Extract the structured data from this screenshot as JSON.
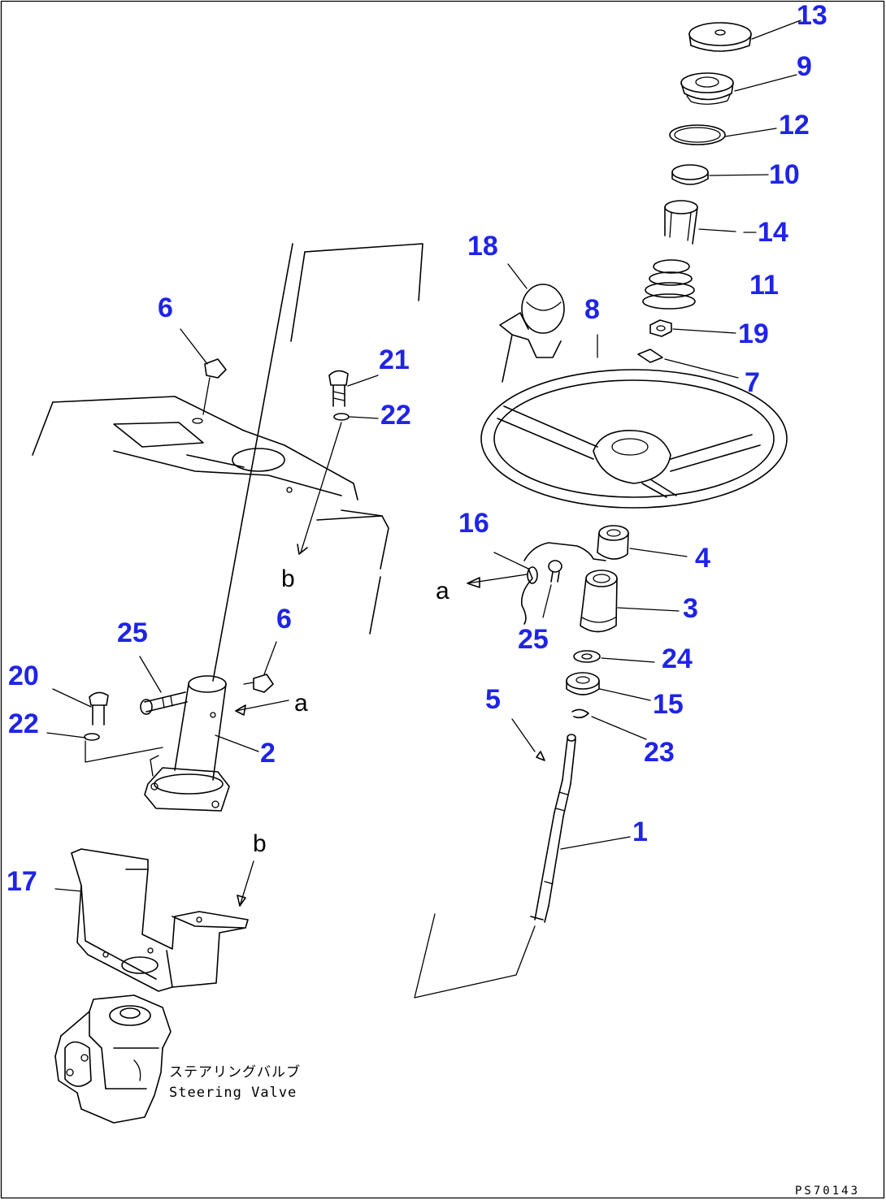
{
  "colors": {
    "callout": "#1f24e6",
    "line": "#000000",
    "background": "#ffffff"
  },
  "callouts": {
    "c1": "1",
    "c2": "2",
    "c3": "3",
    "c4": "4",
    "c5": "5",
    "c6a": "6",
    "c6b": "6",
    "c7": "7",
    "c8": "8",
    "c9": "9",
    "c10": "10",
    "c11": "11",
    "c12": "12",
    "c13": "13",
    "c14": "14",
    "c15": "15",
    "c16": "16",
    "c17": "17",
    "c18": "18",
    "c19": "19",
    "c20": "20",
    "c21": "21",
    "c22a": "22",
    "c22b": "22",
    "c23": "23",
    "c24": "24",
    "c25a": "25",
    "c25b": "25"
  },
  "references": {
    "a1": "a",
    "a2": "a",
    "b1": "b",
    "b2": "b"
  },
  "captions": {
    "steering_valve_jp": "ステアリングバルブ",
    "steering_valve_en": "Steering Valve",
    "drawing_code": "PS70143"
  }
}
